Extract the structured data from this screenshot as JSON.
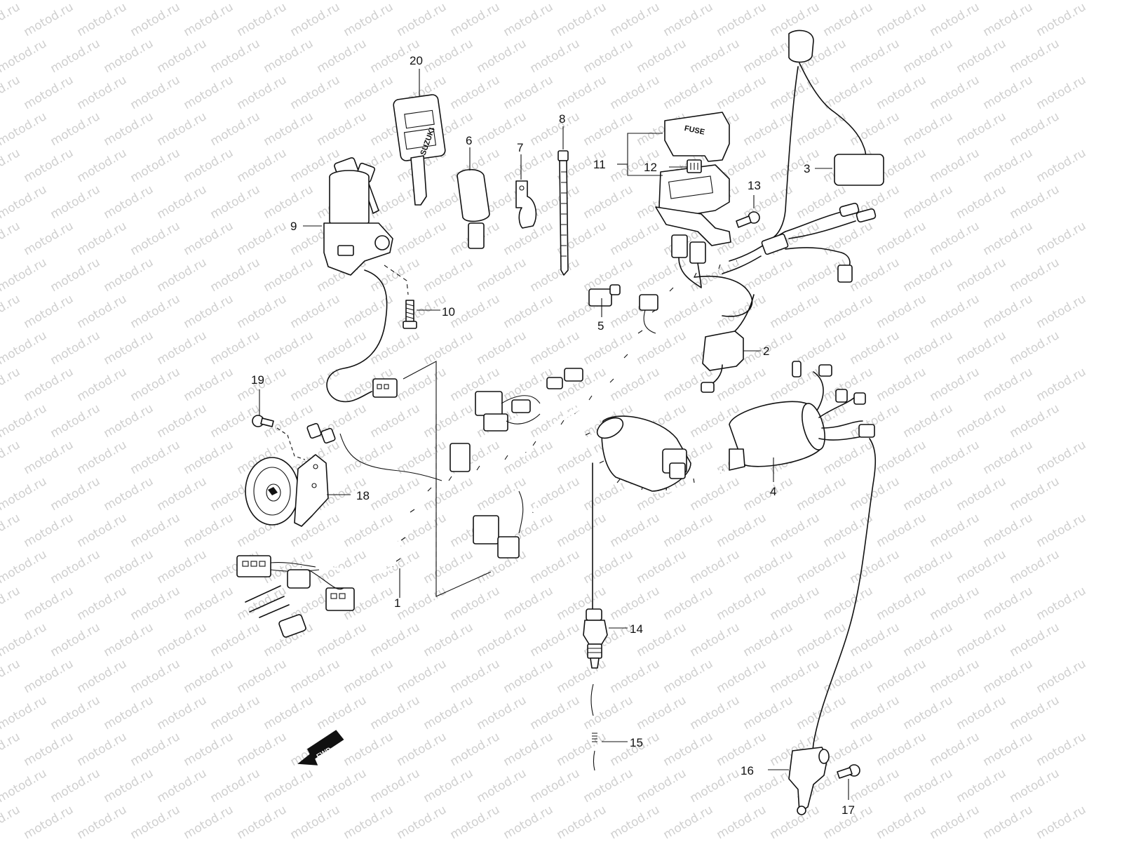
{
  "watermark": "motod.ru",
  "callouts": [
    "1",
    "2",
    "3",
    "4",
    "5",
    "6",
    "7",
    "8",
    "9",
    "10",
    "11",
    "12",
    "13",
    "14",
    "15",
    "16",
    "17",
    "18",
    "19",
    "20"
  ],
  "part_labels": {
    "fuse_cover": "FUSE",
    "key_brand": "SUZUKI",
    "direction_arrow": "FWD"
  }
}
